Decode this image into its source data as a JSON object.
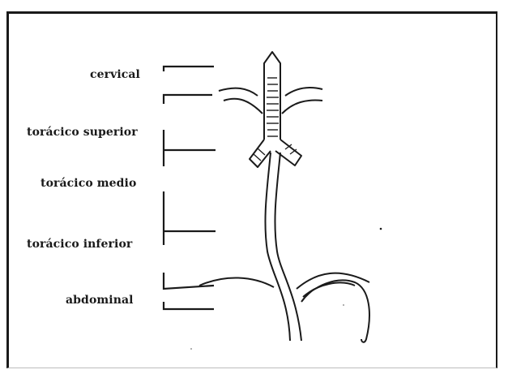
{
  "diagram": {
    "regions": [
      {
        "id": "cervical",
        "label": "cervical"
      },
      {
        "id": "toracico-superior",
        "label": "torácico superior"
      },
      {
        "id": "toracico-medio",
        "label": "torácico medio"
      },
      {
        "id": "toracico-inferior",
        "label": "torácico inferior"
      },
      {
        "id": "abdominal",
        "label": "abdominal"
      }
    ],
    "colors": {
      "ink": "#1a1a1a",
      "background": "#ffffff"
    }
  }
}
